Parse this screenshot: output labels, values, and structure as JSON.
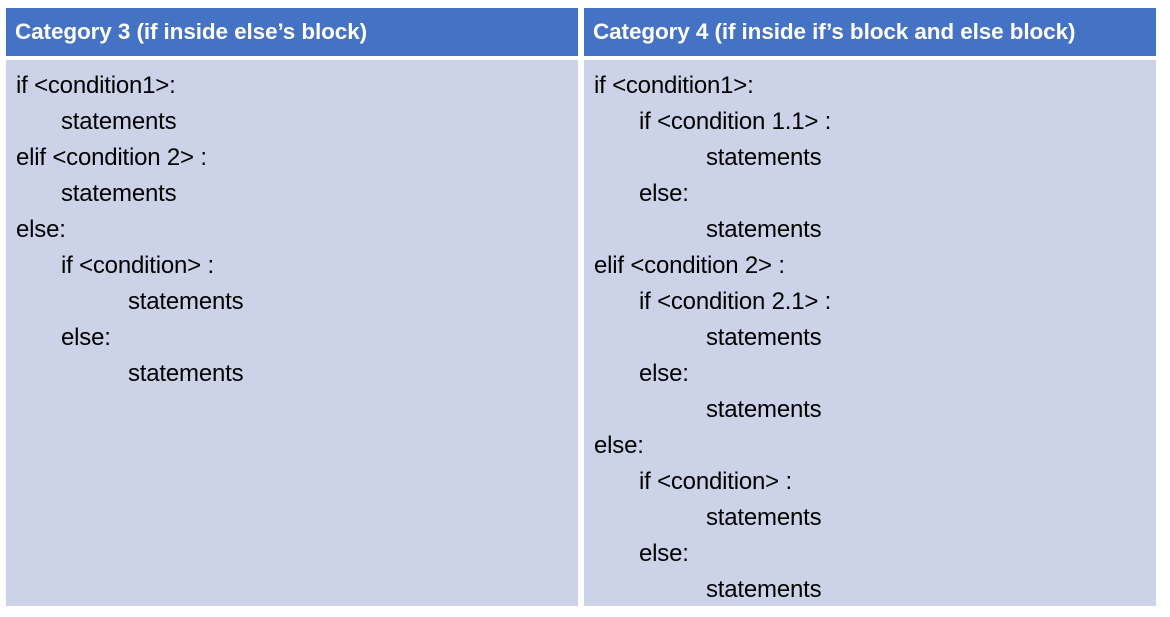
{
  "table": {
    "accent_color": "#4472C4",
    "body_color": "#CCD3E8",
    "header_text_color": "#FFFFFF",
    "code_text_color": "#000000",
    "columns": [
      {
        "header": "Category 3 (if inside else’s block)",
        "lines": [
          {
            "indent": 0,
            "text": "if <condition1>:"
          },
          {
            "indent": 1,
            "text": "statements"
          },
          {
            "indent": 0,
            "text": "elif <condition 2> :"
          },
          {
            "indent": 1,
            "text": "statements"
          },
          {
            "indent": 0,
            "text": "else:"
          },
          {
            "indent": 1,
            "text": "if <condition> :"
          },
          {
            "indent": 2,
            "text": "statements"
          },
          {
            "indent": 1,
            "text": "else:"
          },
          {
            "indent": 2,
            "text": "statements"
          }
        ]
      },
      {
        "header": "Category 4 (if inside if’s block and else block)",
        "lines": [
          {
            "indent": 0,
            "text": "if <condition1>:"
          },
          {
            "indent": 1,
            "text": "if <condition 1.1> :"
          },
          {
            "indent": 2,
            "text": "statements"
          },
          {
            "indent": 1,
            "text": "else:"
          },
          {
            "indent": 2,
            "text": "statements"
          },
          {
            "indent": 0,
            "text": "elif <condition 2> :"
          },
          {
            "indent": 1,
            "text": "if <condition 2.1> :"
          },
          {
            "indent": 2,
            "text": "statements"
          },
          {
            "indent": 1,
            "text": "else:"
          },
          {
            "indent": 2,
            "text": "statements"
          },
          {
            "indent": 0,
            "text": "else:"
          },
          {
            "indent": 1,
            "text": "if <condition> :"
          },
          {
            "indent": 2,
            "text": "statements"
          },
          {
            "indent": 1,
            "text": "else:"
          },
          {
            "indent": 2,
            "text": "statements"
          }
        ]
      }
    ]
  }
}
